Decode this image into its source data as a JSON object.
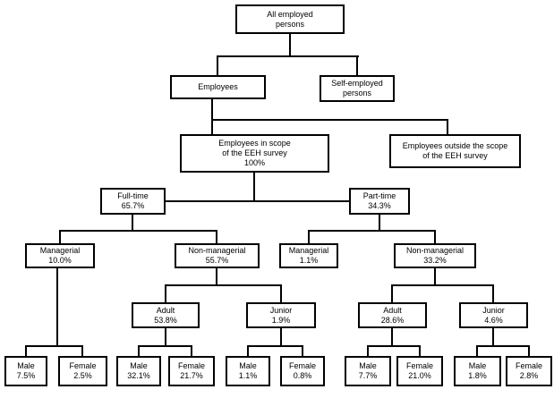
{
  "colors": {
    "box_border": "#000000",
    "connector": "#000000",
    "background": "#ffffff"
  },
  "nodes": {
    "all_employed": {
      "label": "All employed\npersons"
    },
    "employees": {
      "label": "Employees"
    },
    "self_employed": {
      "label": "Self-employed\npersons"
    },
    "in_scope": {
      "label": "Employees in scope\nof the EEH survey",
      "value": "100%"
    },
    "outside_scope": {
      "label": "Employees outside the scope\nof the EEH survey"
    },
    "full_time": {
      "label": "Full-time",
      "value": "65.7%"
    },
    "part_time": {
      "label": "Part-time",
      "value": "34.3%"
    },
    "ft_managerial": {
      "label": "Managerial",
      "value": "10.0%"
    },
    "ft_non_managerial": {
      "label": "Non-managerial",
      "value": "55.7%"
    },
    "pt_managerial": {
      "label": "Managerial",
      "value": "1.1%"
    },
    "pt_non_managerial": {
      "label": "Non-managerial",
      "value": "33.2%"
    },
    "ft_adult": {
      "label": "Adult",
      "value": "53.8%"
    },
    "ft_junior": {
      "label": "Junior",
      "value": "1.9%"
    },
    "pt_adult": {
      "label": "Adult",
      "value": "28.6%"
    },
    "pt_junior": {
      "label": "Junior",
      "value": "4.6%"
    },
    "ft_mgr_male": {
      "label": "Male",
      "value": "7.5%"
    },
    "ft_mgr_female": {
      "label": "Female",
      "value": "2.5%"
    },
    "ft_adult_male": {
      "label": "Male",
      "value": "32.1%"
    },
    "ft_adult_female": {
      "label": "Female",
      "value": "21.7%"
    },
    "ft_junior_male": {
      "label": "Male",
      "value": "1.1%"
    },
    "ft_junior_female": {
      "label": "Female",
      "value": "0.8%"
    },
    "pt_adult_male": {
      "label": "Male",
      "value": "7.7%"
    },
    "pt_adult_female": {
      "label": "Female",
      "value": "21.0%"
    },
    "pt_junior_male": {
      "label": "Male",
      "value": "1.8%"
    },
    "pt_junior_female": {
      "label": "Female",
      "value": "2.8%"
    }
  },
  "edges": [
    [
      "all_employed",
      "employees"
    ],
    [
      "all_employed",
      "self_employed"
    ],
    [
      "employees",
      "in_scope"
    ],
    [
      "employees",
      "outside_scope"
    ],
    [
      "in_scope",
      "full_time"
    ],
    [
      "in_scope",
      "part_time"
    ],
    [
      "full_time",
      "ft_managerial"
    ],
    [
      "full_time",
      "ft_non_managerial"
    ],
    [
      "part_time",
      "pt_managerial"
    ],
    [
      "part_time",
      "pt_non_managerial"
    ],
    [
      "ft_managerial",
      "ft_mgr_male"
    ],
    [
      "ft_managerial",
      "ft_mgr_female"
    ],
    [
      "ft_non_managerial",
      "ft_adult"
    ],
    [
      "ft_non_managerial",
      "ft_junior"
    ],
    [
      "ft_adult",
      "ft_adult_male"
    ],
    [
      "ft_adult",
      "ft_adult_female"
    ],
    [
      "ft_junior",
      "ft_junior_male"
    ],
    [
      "ft_junior",
      "ft_junior_female"
    ],
    [
      "pt_non_managerial",
      "pt_adult"
    ],
    [
      "pt_non_managerial",
      "pt_junior"
    ],
    [
      "pt_adult",
      "pt_adult_male"
    ],
    [
      "pt_adult",
      "pt_adult_female"
    ],
    [
      "pt_junior",
      "pt_junior_male"
    ],
    [
      "pt_junior",
      "pt_junior_female"
    ]
  ]
}
